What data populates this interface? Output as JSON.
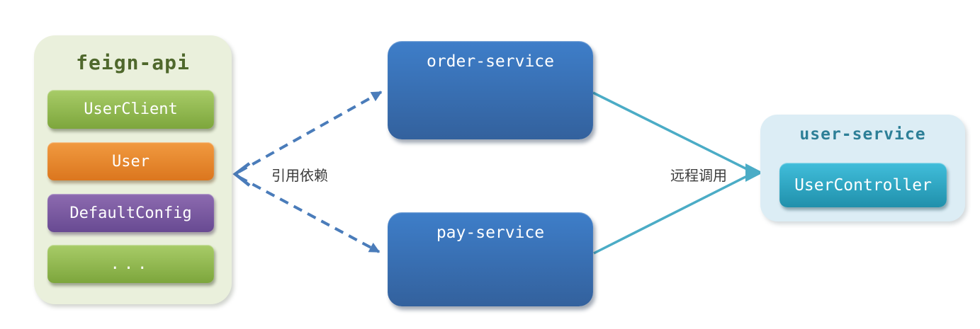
{
  "diagram": {
    "feign_api": {
      "title": "feign-api",
      "items": [
        {
          "label": "UserClient",
          "color": "#8fb54a"
        },
        {
          "label": "User",
          "color": "#e8882e"
        },
        {
          "label": "DefaultConfig",
          "color": "#7c59a0"
        },
        {
          "label": "...",
          "color": "#8fb54a"
        }
      ]
    },
    "services": [
      {
        "label": "order-service",
        "color": "#3671b5"
      },
      {
        "label": "pay-service",
        "color": "#3671b5"
      }
    ],
    "user_service": {
      "title": "user-service",
      "controller_label": "UserController",
      "controller_color": "#2fa8c6"
    },
    "edges": {
      "dependency_label": "引用依赖",
      "remote_call_label": "远程调用",
      "dependency_arrow_color": "#4a7cba",
      "remote_call_arrow_color": "#4bacc6",
      "label_text_color": "#3a3a3a"
    },
    "colors": {
      "feign_group_bg": "#eaf0dc",
      "feign_title_text": "#4f682c",
      "user_group_bg": "#dcedf5",
      "user_title_text": "#2d7f97",
      "canvas_bg": "#ffffff"
    }
  }
}
